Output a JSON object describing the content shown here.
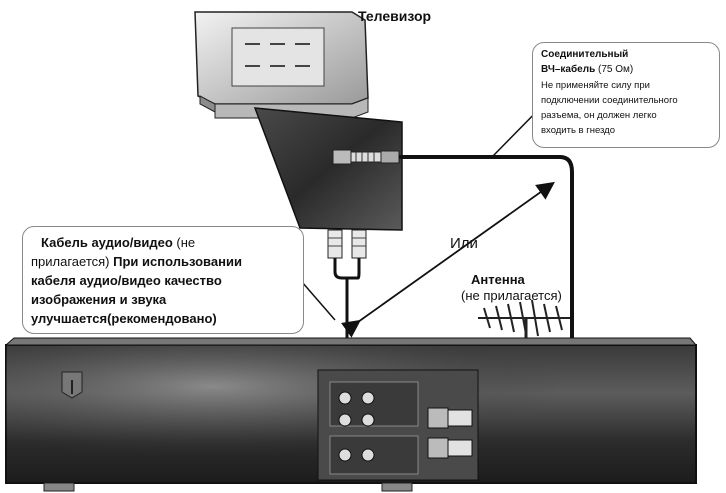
{
  "labels": {
    "tv": "Телевизор",
    "or": "Или",
    "antenna_title": "Антенна",
    "antenna_note": "(не прилагается)"
  },
  "rf_callout": {
    "title_line1": "Соединительный",
    "title_line2": "ВЧ–кабель",
    "title_suffix": "(75 Ом)",
    "note_line1": "Не применяйте силу при",
    "note_line2": "подключении соединительного",
    "note_line3": "разъема, он должен легко",
    "note_line4": "входить в гнездо"
  },
  "av_callout": {
    "line1_bold": "Кабель аудио/видео",
    "line1_rest": "(не",
    "line2_normal": "прилагается)",
    "line2_bold": "При использовании",
    "line3": "кабеля аудио/видео качество",
    "line4": "изображения и звука",
    "line5_bold": "улучшается",
    "line5_normal": "(рекомендовано)"
  },
  "colors": {
    "ink": "#111111",
    "device_dark": "#262626",
    "device_mid": "#5a5a5a",
    "tv_light": "#d8d8d8"
  }
}
